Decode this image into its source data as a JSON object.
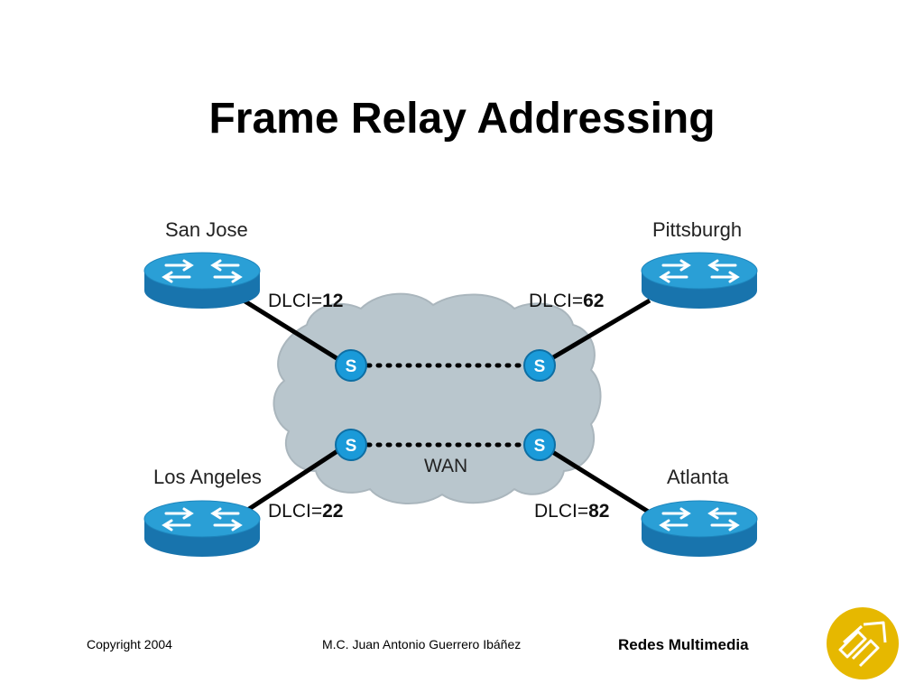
{
  "title": "Frame Relay Addressing",
  "diagram": {
    "cloud_label": "WAN",
    "switch_letter": "S",
    "sites": [
      {
        "name": "San Jose",
        "dlci_prefix": "DLCI=",
        "dlci_value": "12"
      },
      {
        "name": "Pittsburgh",
        "dlci_prefix": "DLCI=",
        "dlci_value": "62"
      },
      {
        "name": "Los Angeles",
        "dlci_prefix": "DLCI=",
        "dlci_value": "22"
      },
      {
        "name": "Atlanta",
        "dlci_prefix": "DLCI=",
        "dlci_value": "82"
      }
    ],
    "colors": {
      "router_top": "#2a9fd6",
      "router_side": "#1874ad",
      "cloud_fill": "#b9c6cd",
      "switch_fill": "#1a9ad9"
    }
  },
  "footer": {
    "copyright": "Copyright 2004",
    "author": "M.C. Juan Antonio Guerrero Ibáñez",
    "course": "Redes Multimedia"
  },
  "logo": {
    "color": "#e6b800"
  }
}
